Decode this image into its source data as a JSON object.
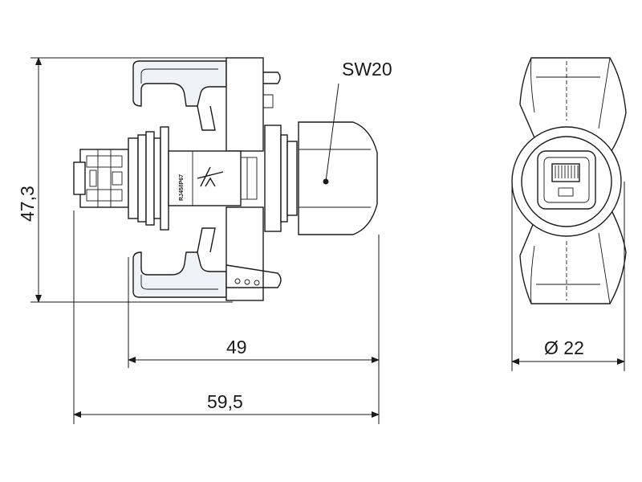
{
  "drawing": {
    "callout_sw": "SW20",
    "dim_height": "47,3",
    "dim_length_body": "49",
    "dim_length_total": "59,5",
    "dim_diameter": "Ø 22",
    "body_marking": "RJ45/IP67"
  }
}
